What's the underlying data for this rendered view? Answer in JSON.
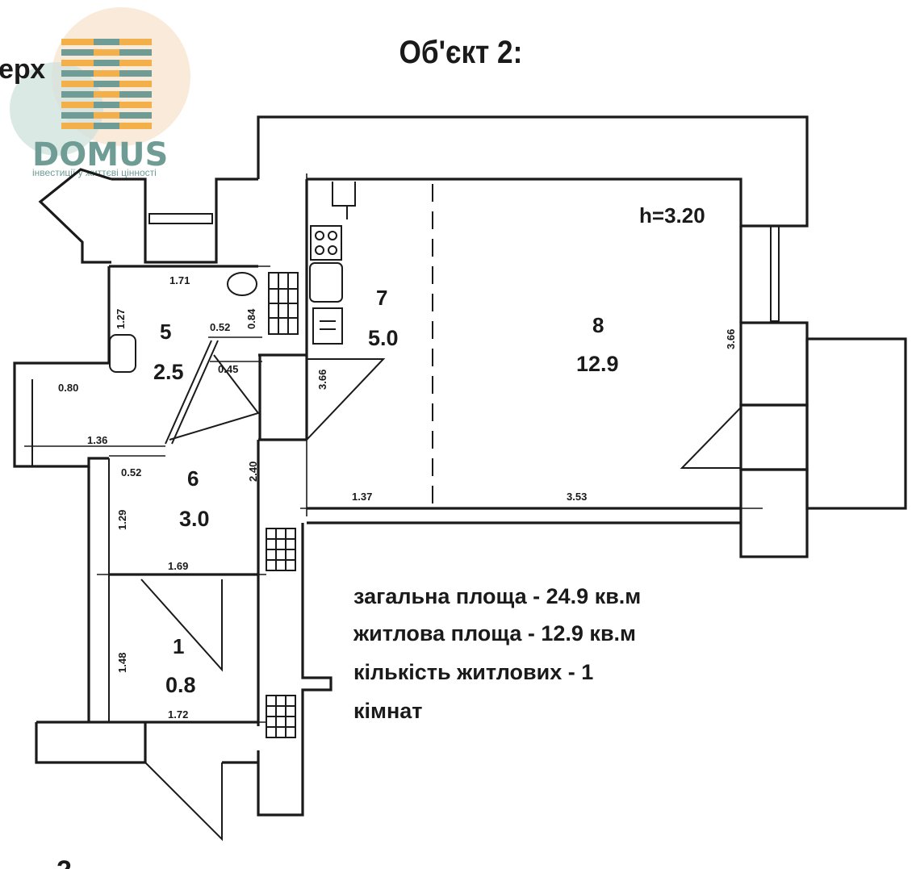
{
  "header": {
    "title": "Об'єкт 2:",
    "left_fragment": "ерх"
  },
  "logo": {
    "wordmark": "DOMUS",
    "tagline": "інвестиції у життєві цінності",
    "colors": {
      "teal": "#6f9c94",
      "orange": "#f3b04a",
      "peach": "#f7e3cc"
    }
  },
  "plan": {
    "ceiling_height": "h=3.20",
    "rooms": [
      {
        "number": "5",
        "area": "2.5"
      },
      {
        "number": "7",
        "area": "5.0"
      },
      {
        "number": "8",
        "area": "12.9"
      },
      {
        "number": "6",
        "area": "3.0"
      },
      {
        "number": "1",
        "area": "0.8"
      }
    ],
    "dimensions": [
      "1.71",
      "1.27",
      "0.52",
      "0.84",
      "0.45",
      "0.80",
      "3.66",
      "3.66",
      "1.36",
      "0.52",
      "2.40",
      "1.37",
      "3.53",
      "1.29",
      "1.69",
      "1.48",
      "1.72"
    ]
  },
  "summary": {
    "lines": [
      "загальна площа - 24.9 кв.м",
      "житлова площа - 12.9 кв.м",
      "кількість житлових - 1",
      "кімнат"
    ]
  },
  "footer_fragment": "2"
}
